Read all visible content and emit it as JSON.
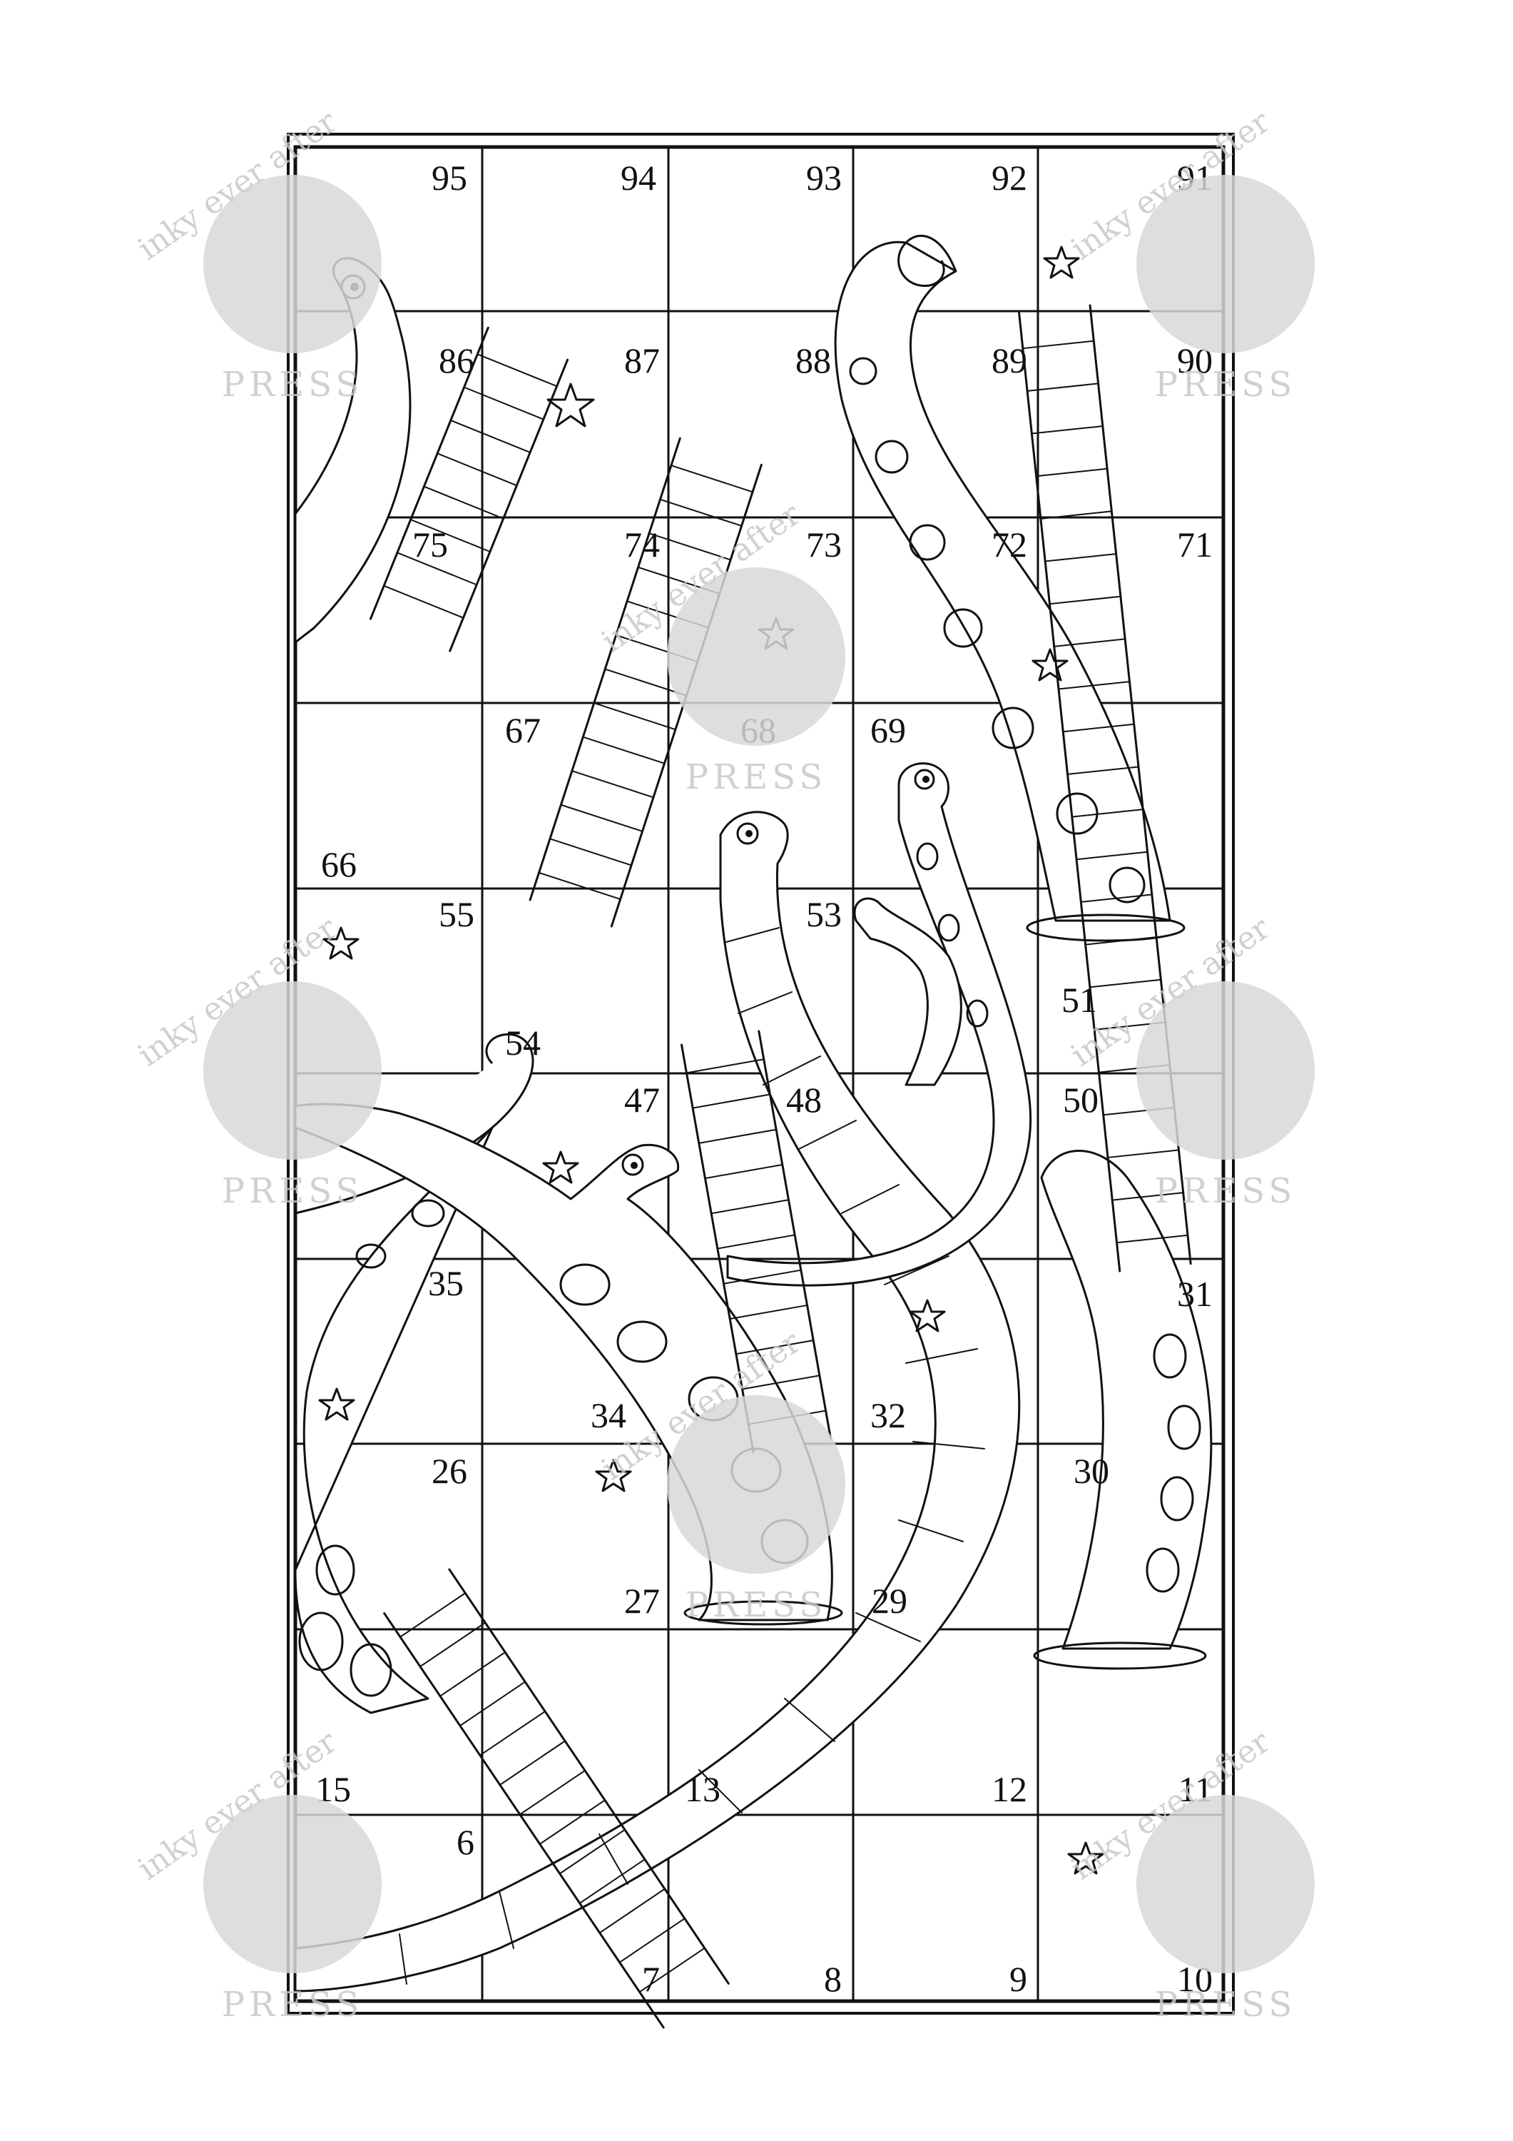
{
  "board": {
    "rows": [
      [
        "95",
        "94",
        "93",
        "92",
        "91"
      ],
      [
        "86",
        "87",
        "88",
        "89",
        "90"
      ],
      [
        "75",
        "74",
        "73",
        "72",
        "71"
      ],
      [
        "67",
        "68",
        "69"
      ],
      [
        "66"
      ],
      [
        "55",
        "53",
        "51"
      ],
      [
        "54"
      ],
      [
        "47",
        "48",
        "50"
      ],
      [
        "35",
        "31"
      ],
      [
        "34",
        "32"
      ],
      [
        "26",
        "30"
      ],
      [
        "27",
        "29"
      ],
      [
        "15",
        "13",
        "12",
        "11"
      ],
      [
        "6"
      ],
      [
        "7",
        "8",
        "9",
        "10"
      ]
    ]
  },
  "watermark": {
    "script": "inky ever after",
    "press": "PRESS"
  },
  "icons": {
    "ladders": "ladder-icon",
    "tentacles": "tentacle-icon",
    "eels": "eel-icon",
    "stars": "starfish-icon"
  }
}
